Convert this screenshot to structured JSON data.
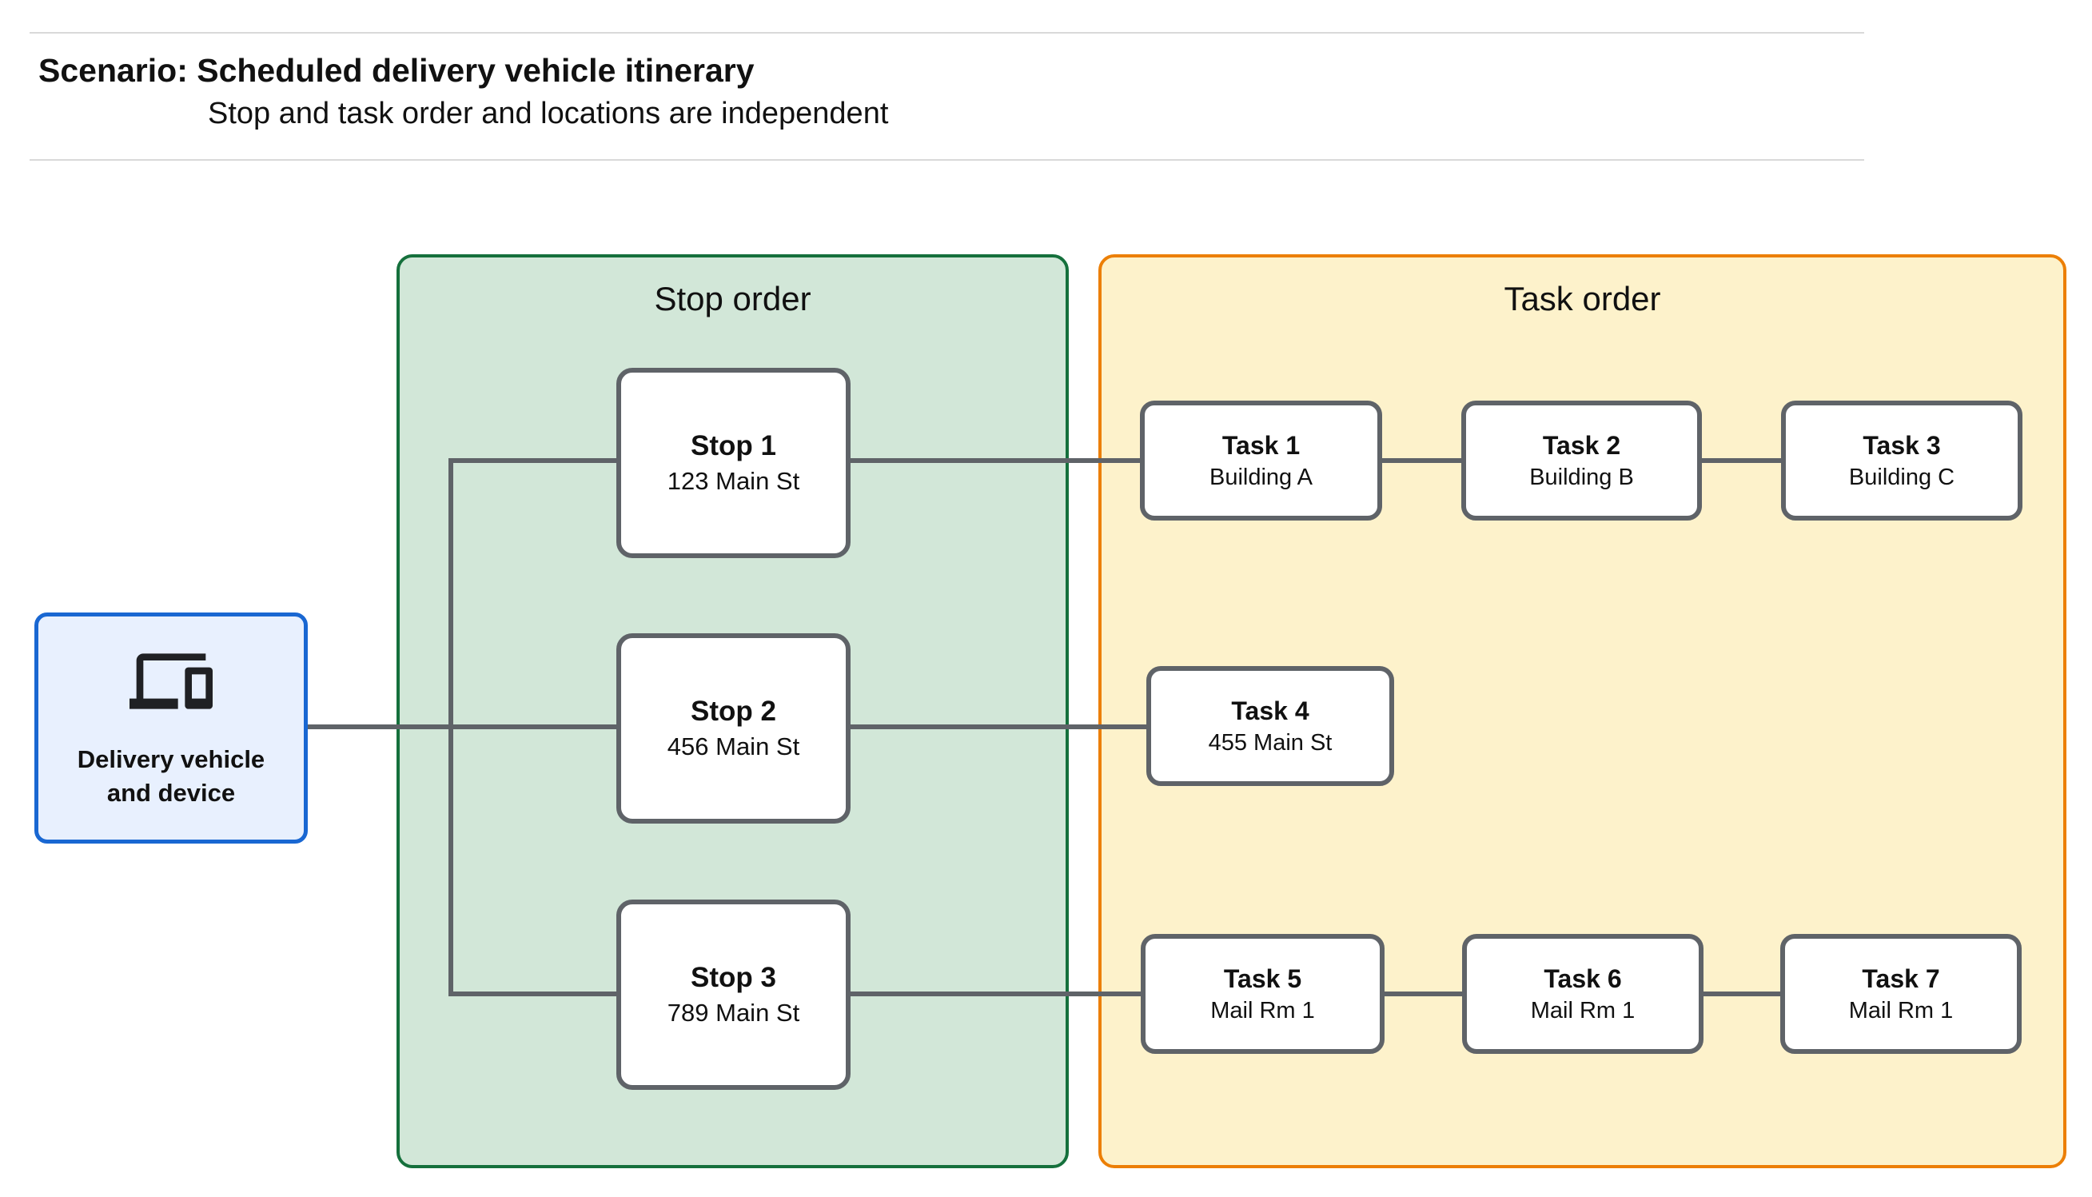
{
  "header": {
    "title": "Scenario: Scheduled delivery vehicle itinerary",
    "subtitle": "Stop and task order and locations are independent"
  },
  "vehicle": {
    "label": "Delivery vehicle and device",
    "icon": "devices-icon"
  },
  "panels": {
    "stop_order": {
      "title": "Stop order"
    },
    "task_order": {
      "title": "Task order"
    }
  },
  "stops": [
    {
      "label": "Stop 1",
      "location": "123 Main St"
    },
    {
      "label": "Stop 2",
      "location": "456 Main St"
    },
    {
      "label": "Stop 3",
      "location": "789 Main St"
    }
  ],
  "tasks": [
    {
      "label": "Task 1",
      "location": "Building A"
    },
    {
      "label": "Task 2",
      "location": "Building B"
    },
    {
      "label": "Task 3",
      "location": "Building C"
    },
    {
      "label": "Task 4",
      "location": "455 Main St"
    },
    {
      "label": "Task 5",
      "location": "Mail Rm 1"
    },
    {
      "label": "Task 6",
      "location": "Mail Rm 1"
    },
    {
      "label": "Task 7",
      "location": "Mail Rm 1"
    }
  ],
  "colors": {
    "green_fill": "#d2e7d8",
    "green_border": "#15703c",
    "yellow_fill": "#fdf2cb",
    "yellow_border": "#ec7f06",
    "blue_fill": "#e8f0fe",
    "blue_border": "#1967d2",
    "box_border": "#5f6368",
    "line": "#5f6368",
    "rule": "#d9d9d9",
    "text": "#111111",
    "icon": "#202124"
  }
}
